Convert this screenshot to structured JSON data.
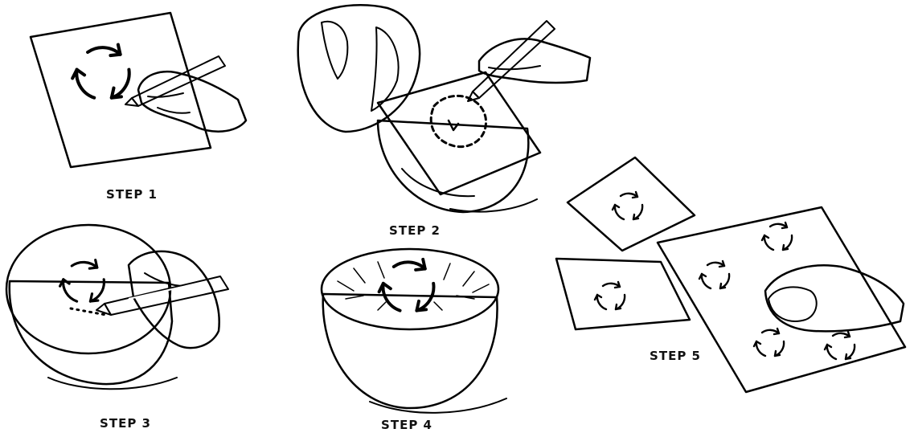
{
  "steps": [
    {
      "label": "STEP 1"
    },
    {
      "label": "STEP 2"
    },
    {
      "label": "STEP 3"
    },
    {
      "label": "STEP 4"
    },
    {
      "label": "STEP 5"
    }
  ],
  "colors": {
    "ink": "#000000",
    "paper": "#ffffff"
  },
  "icons": [
    "recycle-arrows-icon",
    "pencil-icon",
    "hand-icon",
    "melon-icon",
    "paper-sheet-icon",
    "marker-pen-icon"
  ]
}
